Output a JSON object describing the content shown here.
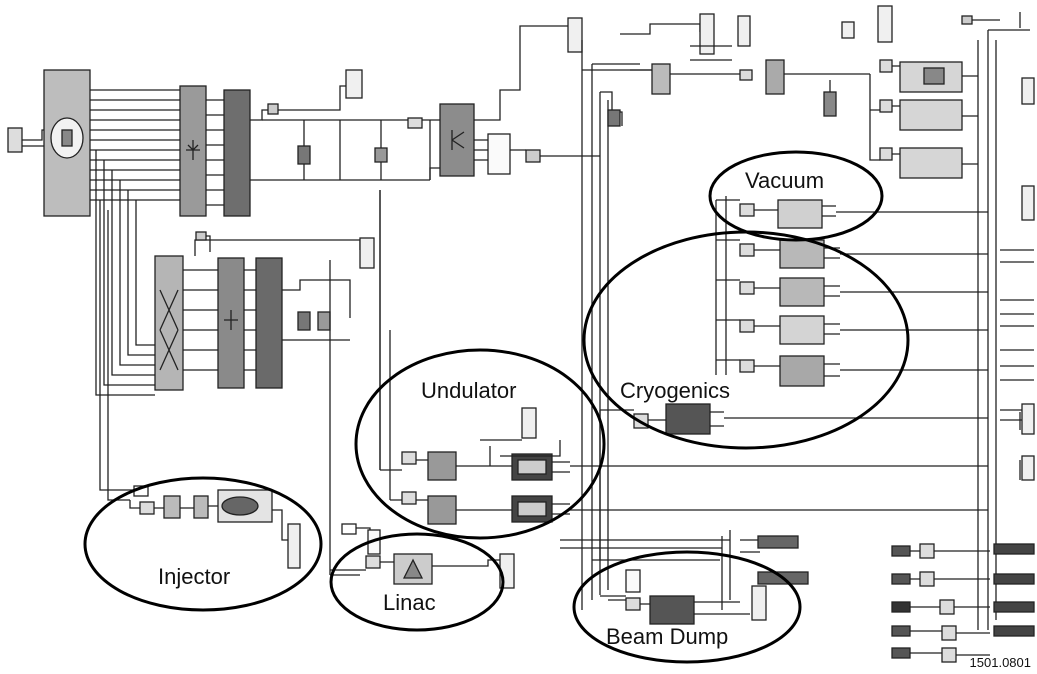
{
  "regions": {
    "vacuum": "Vacuum",
    "cryogenics": "Cryogenics",
    "undulator": "Undulator",
    "injector": "Injector",
    "linac": "Linac",
    "beam_dump": "Beam Dump"
  },
  "figure_id": "1501.0801"
}
